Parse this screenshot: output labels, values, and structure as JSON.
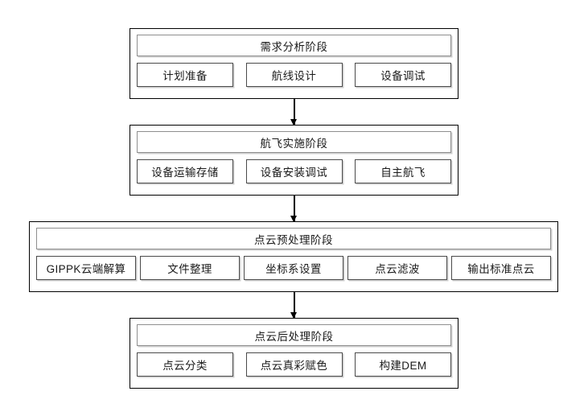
{
  "diagram": {
    "title": "",
    "type": "vertical-flowchart",
    "background_color": "#ffffff",
    "border_color": "#000000",
    "item_border_color": "#4a4a4a",
    "title_border_color": "#8f8f8f",
    "text_color": "#1a1a1a",
    "stages": [
      {
        "id": "stage-requirement-analysis",
        "title": "需求分析阶段",
        "items": [
          {
            "label": "计划准备"
          },
          {
            "label": "航线设计"
          },
          {
            "label": "设备调试"
          }
        ]
      },
      {
        "id": "stage-flight-implementation",
        "title": "航飞实施阶段",
        "items": [
          {
            "label": "设备运输存储"
          },
          {
            "label": "设备安装调试"
          },
          {
            "label": "自主航飞"
          }
        ]
      },
      {
        "id": "stage-point-cloud-preprocessing",
        "title": "点云预处理阶段",
        "items": [
          {
            "label": "GIPPK云端解算"
          },
          {
            "label": "文件整理"
          },
          {
            "label": "坐标系设置"
          },
          {
            "label": "点云滤波"
          },
          {
            "label": "输出标准点云"
          }
        ]
      },
      {
        "id": "stage-point-cloud-postprocessing",
        "title": "点云后处理阶段",
        "items": [
          {
            "label": "点云分类"
          },
          {
            "label": "点云真彩赋色"
          },
          {
            "label": "构建DEM"
          }
        ]
      }
    ],
    "connectors": [
      {
        "id": "connector-1",
        "from": "stage-requirement-analysis",
        "to": "stage-flight-implementation",
        "direction": "down"
      },
      {
        "id": "connector-2",
        "from": "stage-flight-implementation",
        "to": "stage-point-cloud-preprocessing",
        "direction": "down"
      },
      {
        "id": "connector-3",
        "from": "stage-point-cloud-preprocessing",
        "to": "stage-point-cloud-postprocessing",
        "direction": "down"
      }
    ]
  }
}
